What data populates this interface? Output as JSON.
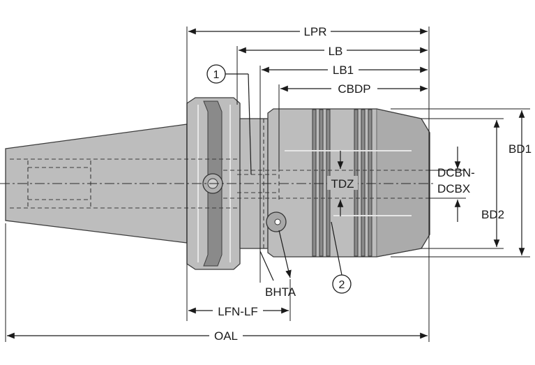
{
  "dimensions": {
    "lpr": "LPR",
    "lb": "LB",
    "lb1": "LB1",
    "cbdp": "CBDP",
    "bd1": "BD1",
    "bd2": "BD2",
    "dcbn_dcbx_line1": "DCBN-",
    "dcbn_dcbx_line2": "DCBX",
    "tdz": "TDZ",
    "bhta": "BHTA",
    "lfn_lf": "LFN-LF",
    "oal": "OAL"
  },
  "callouts": {
    "one": "1",
    "two": "2"
  }
}
